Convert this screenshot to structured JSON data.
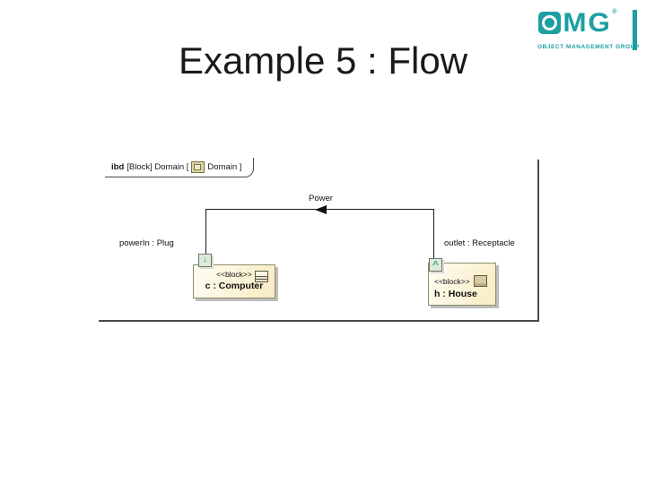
{
  "slide": {
    "title": "Example 5 : Flow"
  },
  "logo": {
    "name": "OMG",
    "letter_m": "M",
    "letter_g": "G",
    "registered_mark": "®",
    "subtext": "OBJECT MANAGEMENT GROUP"
  },
  "diagram": {
    "frame": {
      "keyword": "ibd",
      "context": " [Block] Domain [",
      "diagram_name": "Domain ]"
    },
    "connector": {
      "flow_label": "Power",
      "direction": "left"
    },
    "labels": {
      "left_port": "powerIn : Plug",
      "right_port": "outlet : Receptacle"
    },
    "blocks": {
      "computer": {
        "stereotype": "<<block>>",
        "name": "c : Computer",
        "port_glyph": "↓"
      },
      "house": {
        "stereotype": "<<block>>",
        "name": "h : House",
        "port_glyph": "^"
      }
    }
  },
  "theme": {
    "teal": "#1d9fa2",
    "line": "#1a1a1a",
    "block_fill_light": "#fffdf2",
    "block_fill": "#f8ecc3",
    "block_border": "#8f8d6b",
    "port_fill": "#dcead8",
    "port_arrow": "#2f9a86",
    "shadow": "#bdbdbd"
  }
}
